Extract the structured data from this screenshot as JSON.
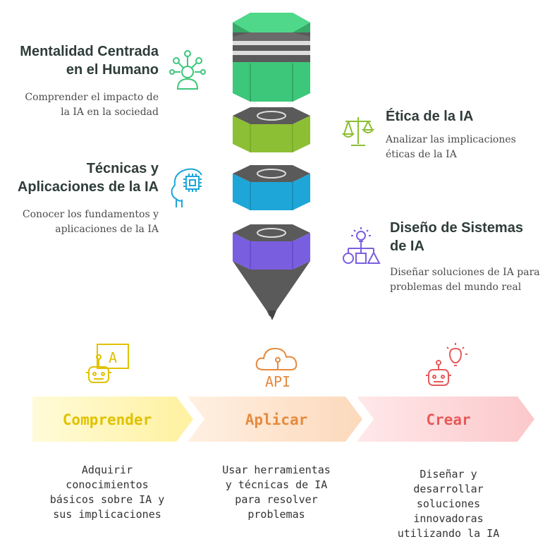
{
  "stack": {
    "mentalidad": {
      "title_line1": "Mentalidad Centrada",
      "title_line2": "en el Humano",
      "desc_line1": "Comprender el impacto de",
      "desc_line2": "la IA en la sociedad"
    },
    "etica": {
      "title": "Ética de la IA",
      "desc_line1": "Analizar las implicaciones",
      "desc_line2": "éticas de la IA"
    },
    "tecnicas": {
      "title_line1": "Técnicas y",
      "title_line2": "Aplicaciones de la IA",
      "desc_line1": "Conocer los fundamentos y",
      "desc_line2": "aplicaciones de la IA"
    },
    "diseno": {
      "title_line1": "Diseño de Sistemas",
      "title_line2": "de IA",
      "desc_line1": "Diseñar soluciones de IA para",
      "desc_line2": "problemas del mundo real"
    }
  },
  "stages": [
    {
      "label": "Comprender",
      "icon_text": "A",
      "desc": [
        "Adquirir",
        "conocimientos",
        "básicos sobre IA y",
        "sus implicaciones"
      ]
    },
    {
      "label": "Aplicar",
      "icon_text": "API",
      "desc": [
        "Usar herramientas",
        "y técnicas de IA",
        "para resolver",
        "problemas"
      ]
    },
    {
      "label": "Crear",
      "icon_text": "",
      "desc": [
        "Diseñar y",
        "desarrollar",
        "soluciones",
        "innovadoras",
        "utilizando la IA"
      ]
    }
  ],
  "colors": {
    "green_top": "#3cc77a",
    "lime": "#8dbf35",
    "blue": "#1ea6d8",
    "purple": "#7a5ee0",
    "dark": "#5a5a5a",
    "comprender_fill": "#fff6b8",
    "comprender_text": "#e0c200",
    "aplicar_fill": "#fde2cc",
    "aplicar_text": "#e68a3e",
    "crear_fill": "#fcd6d8",
    "crear_text": "#e85a5a"
  }
}
